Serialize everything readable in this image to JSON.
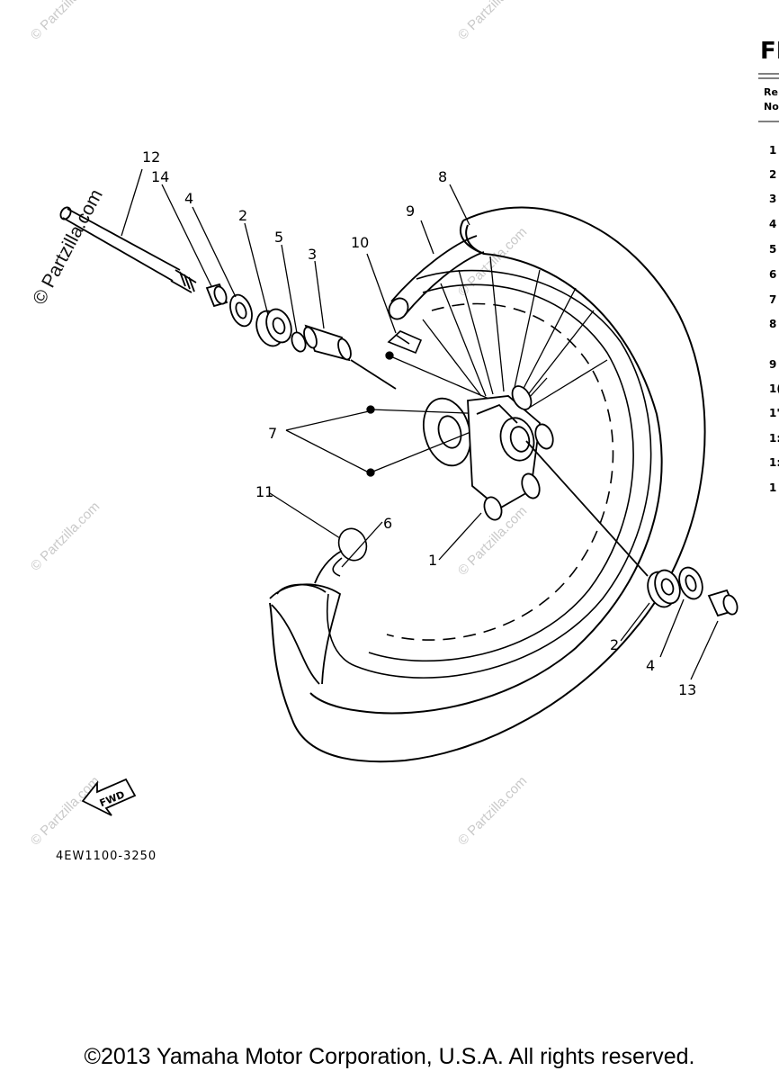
{
  "panel": {
    "title_fragment": "FI",
    "col_ref": "Re",
    "col_no": "No",
    "row_numbers": [
      "1",
      "2",
      "3",
      "4",
      "5",
      "6",
      "7",
      "8",
      "9",
      "1(",
      "1'",
      "1:",
      "1:",
      "1"
    ]
  },
  "callouts": [
    {
      "id": "12",
      "label": "12"
    },
    {
      "id": "14",
      "label": "14"
    },
    {
      "id": "4a",
      "label": "4"
    },
    {
      "id": "2a",
      "label": "2"
    },
    {
      "id": "5",
      "label": "5"
    },
    {
      "id": "3",
      "label": "3"
    },
    {
      "id": "10",
      "label": "10"
    },
    {
      "id": "9",
      "label": "9"
    },
    {
      "id": "8",
      "label": "8"
    },
    {
      "id": "7",
      "label": "7"
    },
    {
      "id": "11",
      "label": "11"
    },
    {
      "id": "6",
      "label": "6"
    },
    {
      "id": "1",
      "label": "1"
    },
    {
      "id": "2b",
      "label": "2"
    },
    {
      "id": "4b",
      "label": "4"
    },
    {
      "id": "13",
      "label": "13"
    }
  ],
  "fwd_label": "FWD",
  "diagram_code": "4EW1100-3250",
  "watermark": "© Partzilla.com",
  "copyright": "©2013 Yamaha Motor Corporation, U.S.A. All rights reserved."
}
